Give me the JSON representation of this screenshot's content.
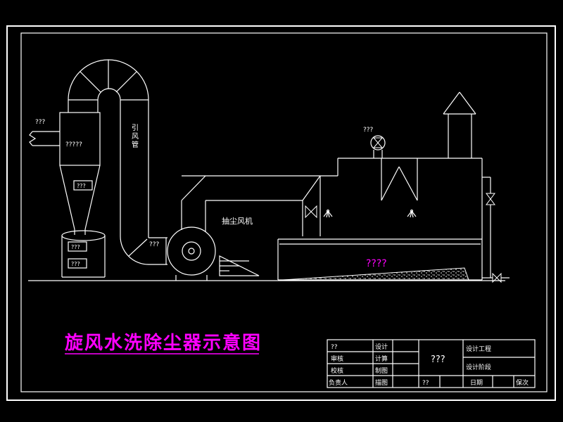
{
  "meta": {
    "background": "#000000",
    "line_color": "#ffffff",
    "accent_color": "#ff00ff"
  },
  "drawing": {
    "main_title": "旋风水洗除尘器示意图",
    "labels": {
      "outlet_top_left": "???",
      "cyclone_body": "?????",
      "riser_duct": "引风管",
      "cone_tag": "???",
      "tank_tag_upper": "???",
      "tank_tag_lower": "???",
      "fan_inlet_tag": "???",
      "fan_name": "抽尘风机",
      "chamber_fan_tag": "???",
      "water_level": "????"
    }
  },
  "title_block": {
    "col1_rows": [
      "??",
      "审核",
      "校核",
      "负责人"
    ],
    "col2_rows": [
      "设计",
      "计算",
      "制图",
      "描图"
    ],
    "drawing_number": "???",
    "bottom_tag": "??",
    "project_label": "设计工程",
    "stage_label": "设计阶段",
    "date_label": "日期",
    "revision_label": "保次"
  }
}
